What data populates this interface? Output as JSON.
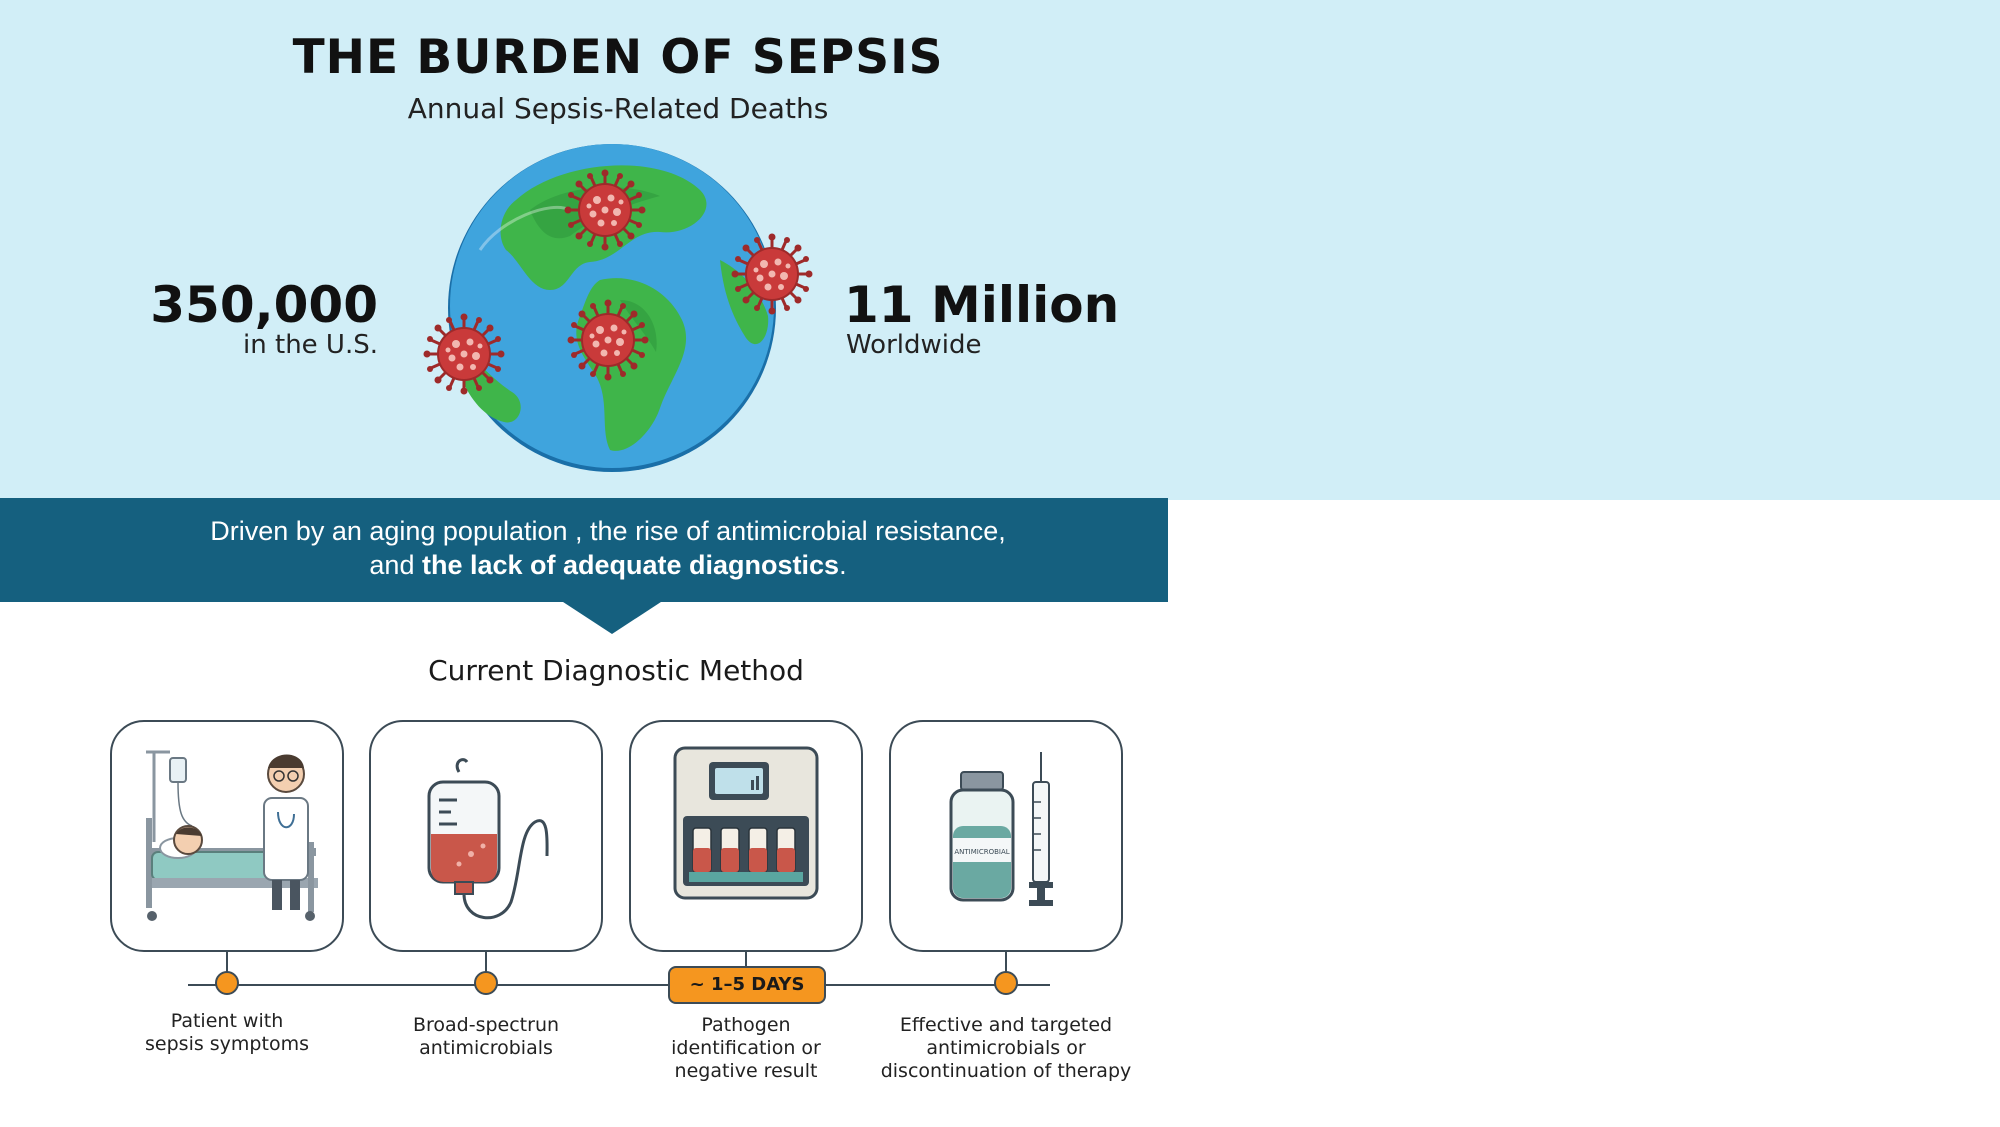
{
  "header": {
    "title": "THE BURDEN OF SEPSIS",
    "subtitle": "Annual Sepsis-Related Deaths"
  },
  "stats": {
    "us": {
      "value": "350,000",
      "label": "in the U.S."
    },
    "world": {
      "value": "11 Million",
      "label": "Worldwide"
    }
  },
  "banner": {
    "line1": "Driven by an aging population , the rise of antimicrobial resistance,",
    "line2_prefix": "and ",
    "line2_bold": "the lack of adequate diagnostics",
    "line2_suffix": "."
  },
  "method": {
    "title": "Current Diagnostic Method",
    "days_badge": "~ 1–5 DAYS",
    "vial_label": "ANTIMICROBIAL",
    "steps": [
      {
        "label": "Patient with\nsepsis symptoms"
      },
      {
        "label": "Broad-spectrun\nantimicrobials"
      },
      {
        "label": "Pathogen\nidentification or\nnegative result"
      },
      {
        "label": "Effective and targeted\nantimicrobials or\ndiscontinuation of therapy"
      }
    ]
  },
  "colors": {
    "top_background": "#d1eef7",
    "banner": "#15607f",
    "accent_orange": "#f5961f",
    "outline": "#3c4b56",
    "virus_red": "#c93a3a",
    "globe_ocean": "#3fa4dd",
    "globe_land": "#3fb54a"
  }
}
